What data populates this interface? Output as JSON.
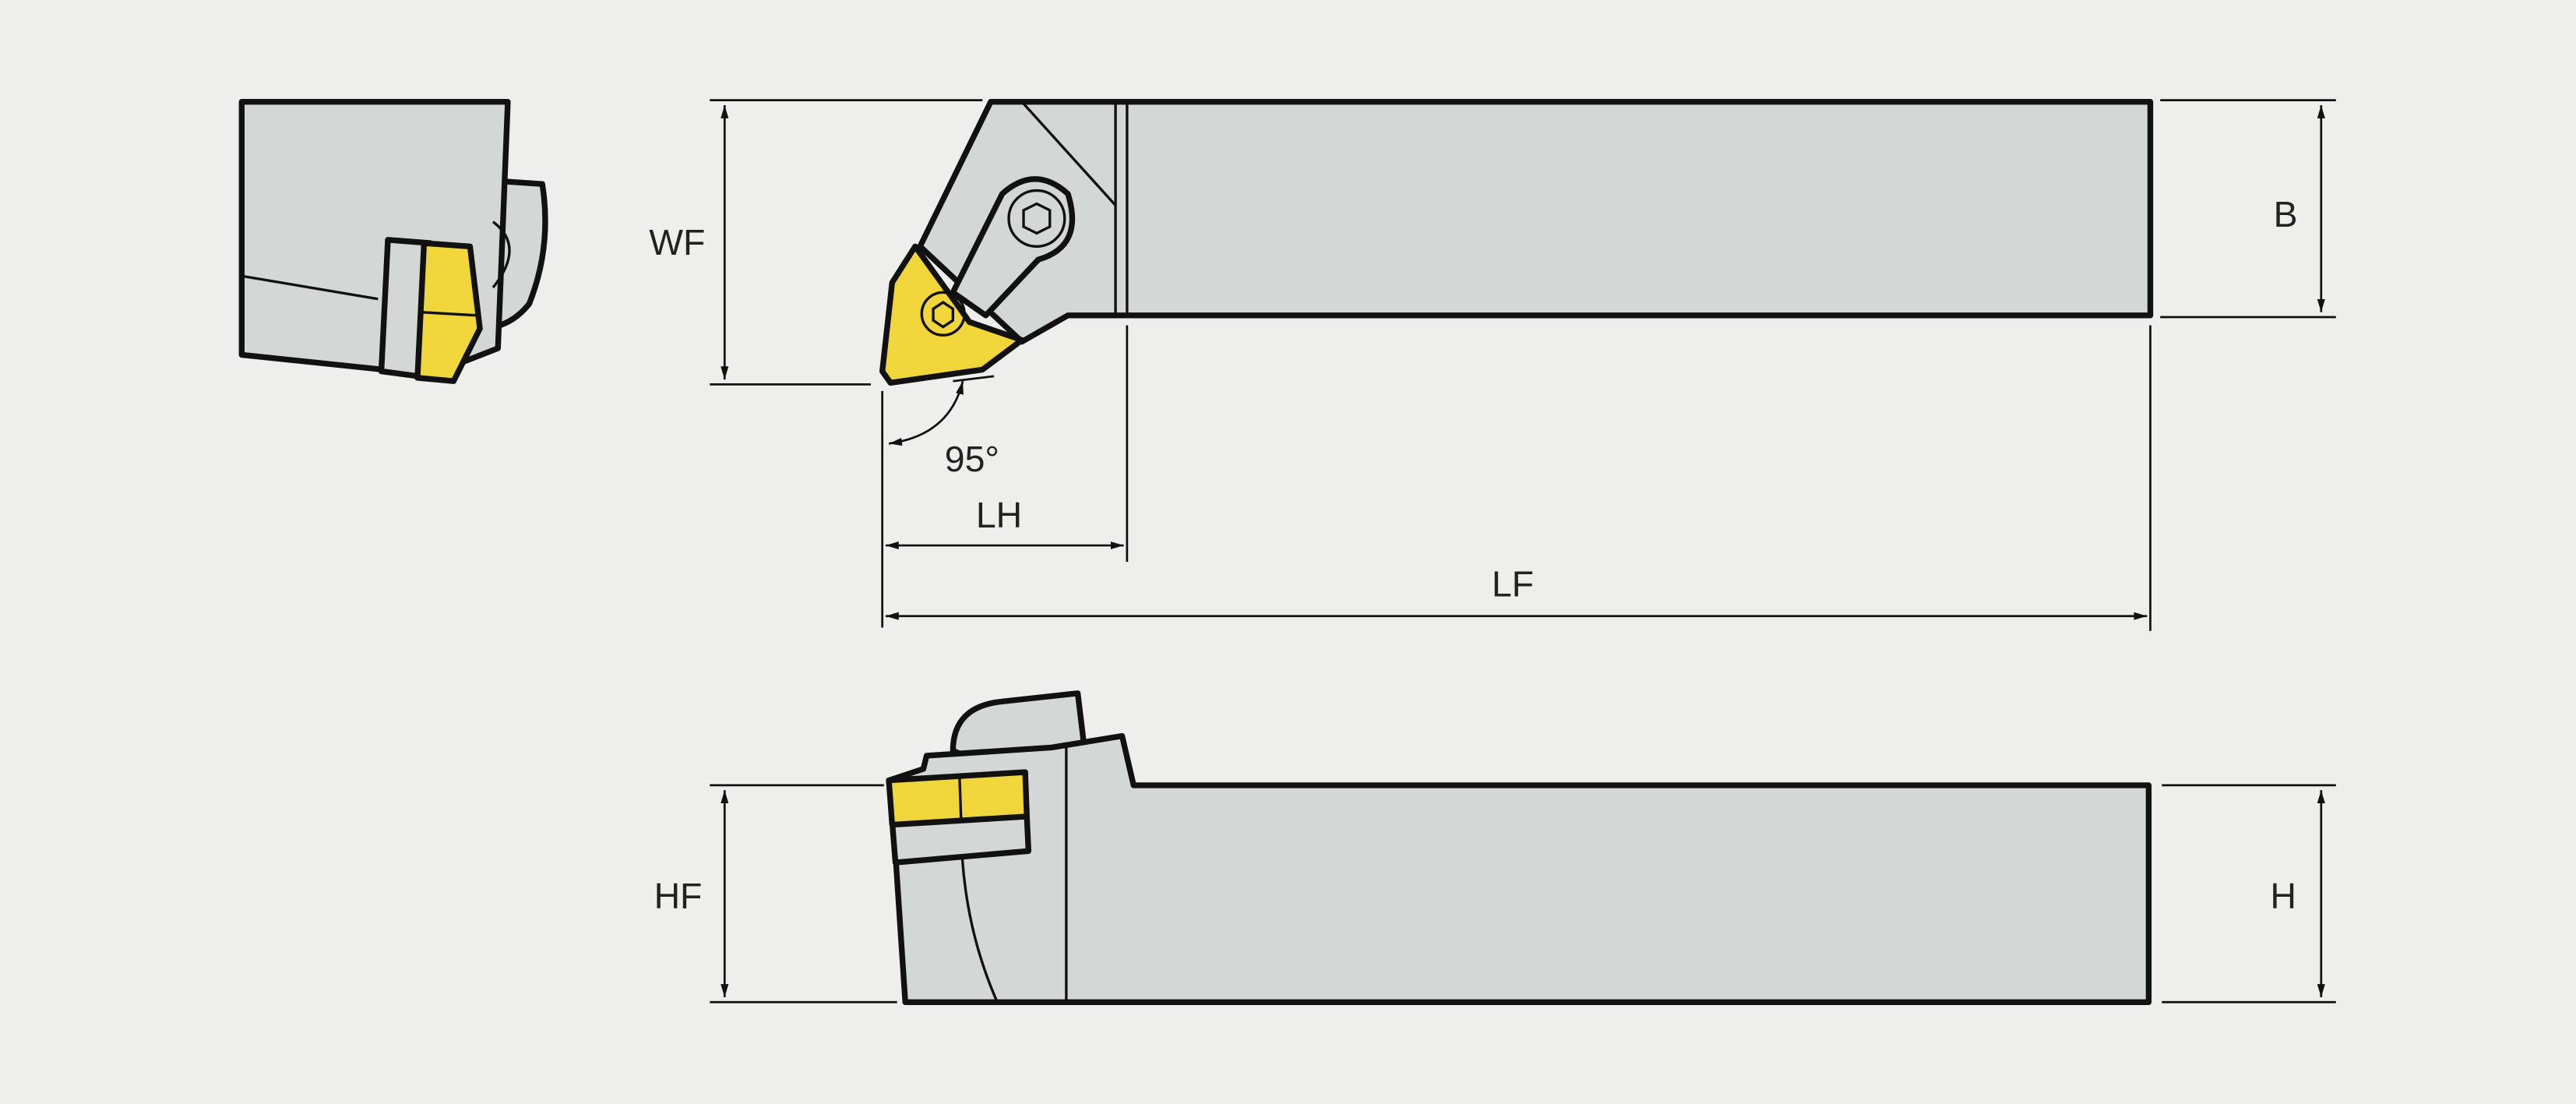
{
  "title": "Turning tool holder dimension drawing",
  "dimensions": {
    "wf": "WF",
    "b": "B",
    "lh": "LH",
    "lf": "LF",
    "hf": "HF",
    "h": "H",
    "angle": "95°"
  },
  "colors": {
    "background": "#eeeeed",
    "holder": "#d3d8d6",
    "insert": "#f1d63b",
    "outline": "#111111"
  }
}
